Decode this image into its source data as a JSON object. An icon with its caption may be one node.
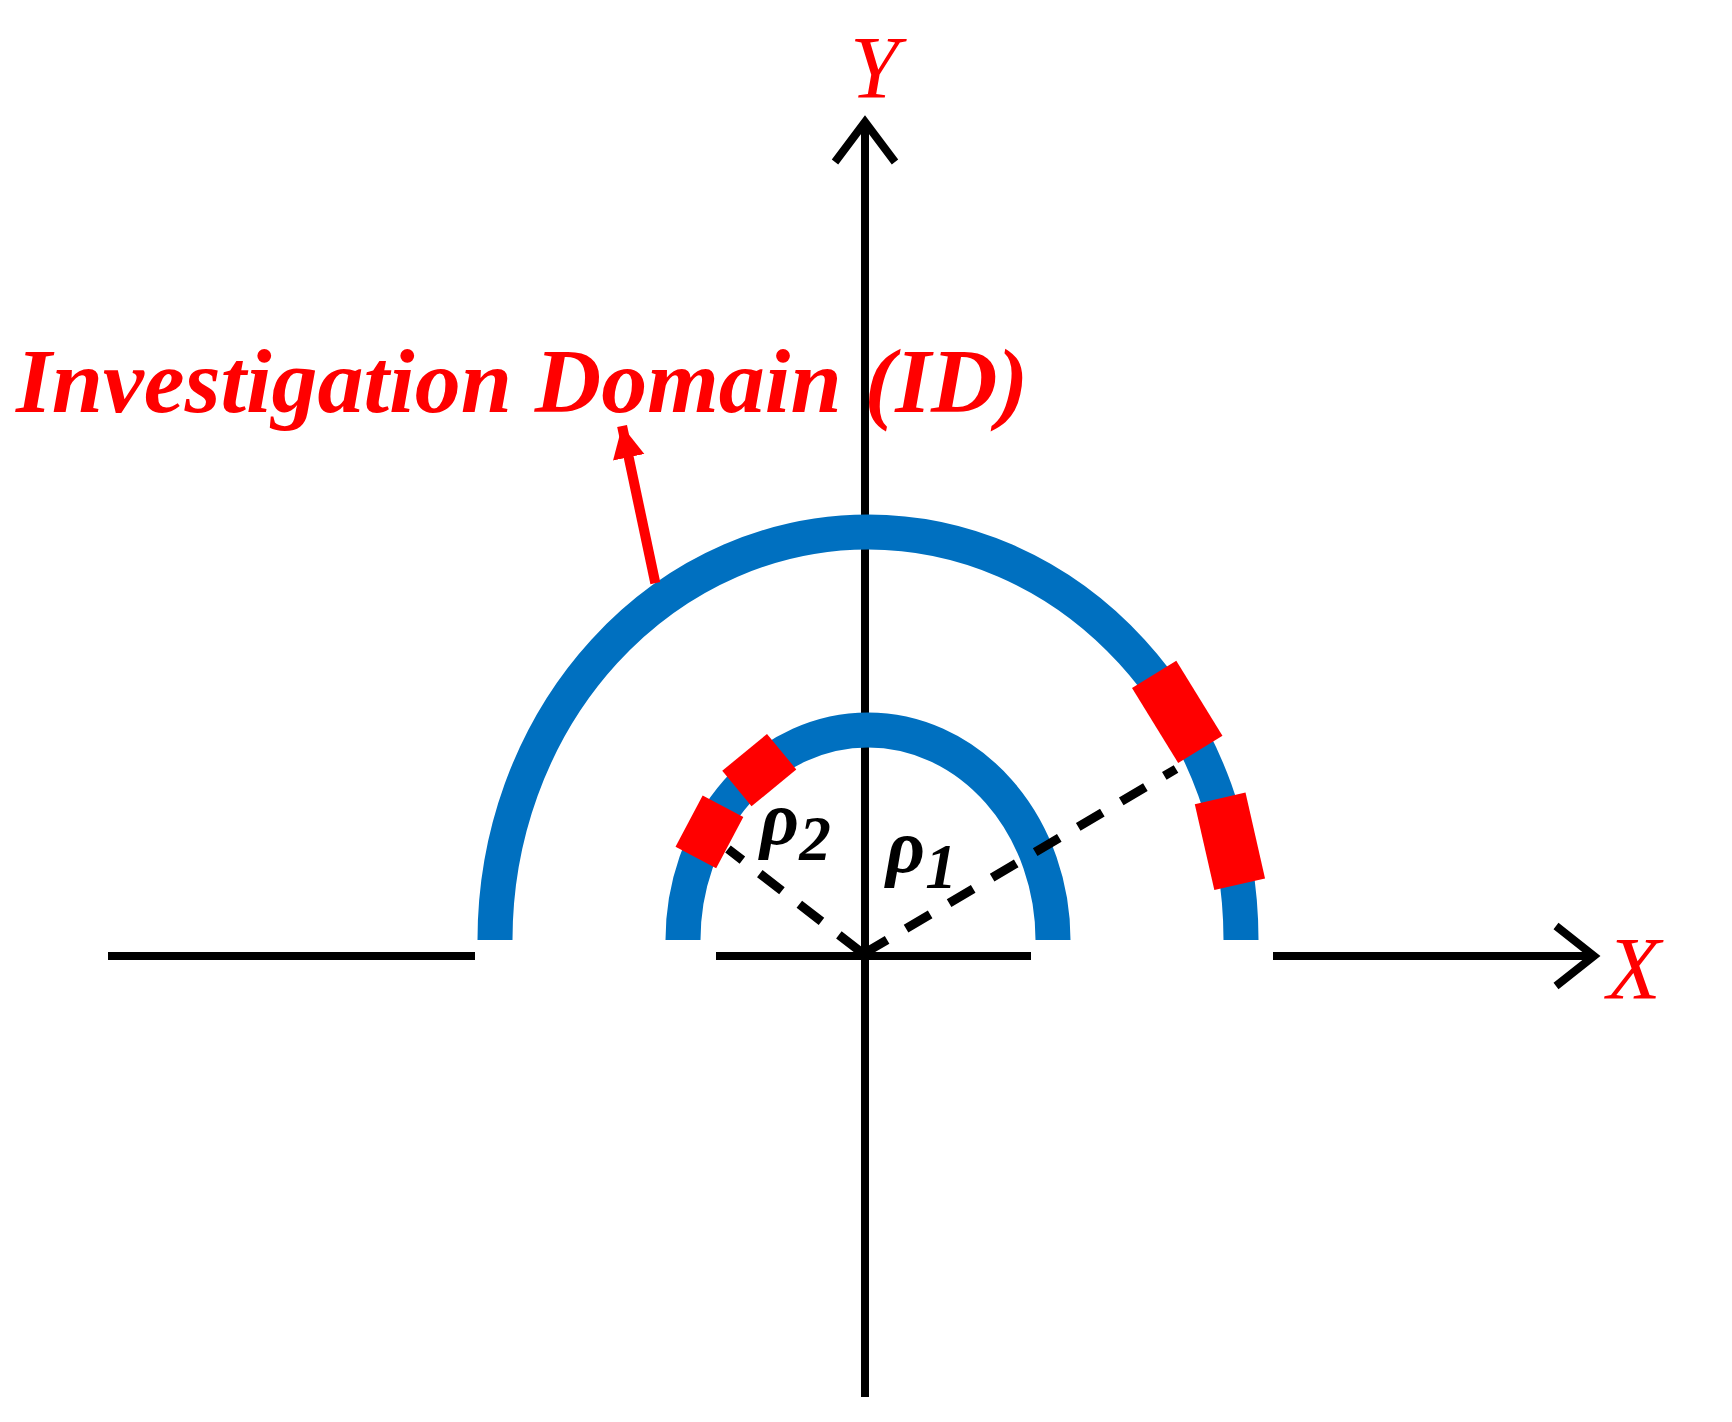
{
  "diagram": {
    "nodes": [
      {
        "text": [
          "Investigation Domain (ID)"
        ]
      },
      {
        "text": [],
        "shape": "arc"
      }
    ],
    "edges": [
      {
        "from": 1,
        "to": 0,
        "arrow": "to",
        "color": "#ff0000"
      }
    ],
    "labels": [
      "Y",
      "X",
      "ρ$_{2}$",
      "ρ$_{1}$"
    ]
  }
}
